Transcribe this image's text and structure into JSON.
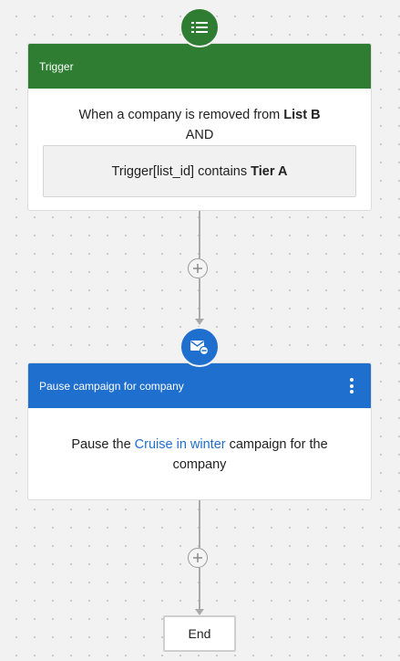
{
  "trigger": {
    "header": "Trigger",
    "icon": "list-icon",
    "text_prefix": "When a company is removed from ",
    "list_name": "List B",
    "operator": "AND",
    "condition_prefix": "Trigger[list_id] contains ",
    "condition_value": "Tier A"
  },
  "action": {
    "header": "Pause campaign for company",
    "icon": "mail-pause-icon",
    "text_prefix": "Pause the ",
    "campaign_name": "Cruise in winter",
    "text_suffix": " campaign for the company"
  },
  "end": {
    "label": "End"
  },
  "colors": {
    "trigger_header": "#2e7d32",
    "action_header": "#1f6fcf",
    "link": "#1f6fcf",
    "canvas_bg": "#f2f2f2"
  }
}
